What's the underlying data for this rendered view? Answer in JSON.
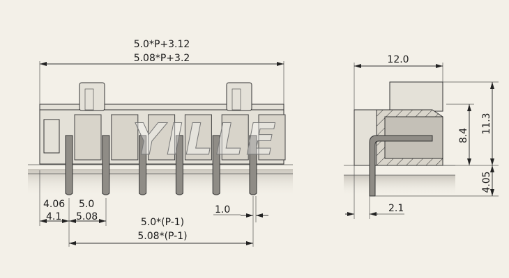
{
  "drawing": {
    "watermark": "YILLE",
    "front_view": {
      "overall_width_a": "5.0*P+3.12",
      "overall_width_b": "5.08*P+3.2",
      "edge_offset_a": "4.06",
      "edge_offset_b": "4.1",
      "pitch_a": "5.0",
      "pitch_b": "5.08",
      "pin_width": "1.0",
      "pin_span_a": "5.0*(P-1)",
      "pin_span_b": "5.08*(P-1)",
      "pin_count_drawn": 6
    },
    "side_view": {
      "depth": "12.0",
      "height_total": "11.3",
      "height_inner": "8.4",
      "pin_length": "4.05",
      "pin_offset": "2.1"
    }
  }
}
